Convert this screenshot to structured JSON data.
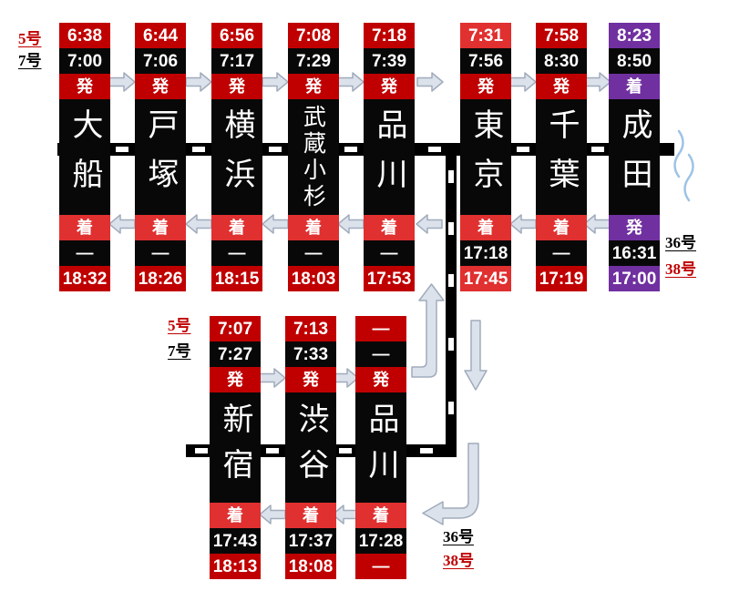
{
  "colors": {
    "cell_dark_red": "#C00000",
    "cell_bright_red": "#E03030",
    "cell_black": "#080808",
    "cell_purple": "#7030A0",
    "arrow_fill": "#DCE2EB",
    "arrow_stroke": "#A0ABBC",
    "wave_blue": "#9DC3E6",
    "tag_red": "#C00000",
    "tag_black": "#000000"
  },
  "legend": {
    "top_left_first": "5号",
    "top_left_second": "7号",
    "bottom_left_first": "5号",
    "bottom_left_second": "7号",
    "top_right_first": "36号",
    "top_right_second": "38号",
    "bottom_right_first": "36号",
    "bottom_right_second": "38号"
  },
  "stations_top": [
    {
      "name": "大船",
      "dep1": "6:38",
      "dep2": "7:00",
      "dep_label": "発",
      "arr_label": "着",
      "arr1": "—",
      "arr2": "18:32"
    },
    {
      "name": "戸塚",
      "dep1": "6:44",
      "dep2": "7:06",
      "dep_label": "発",
      "arr_label": "着",
      "arr1": "—",
      "arr2": "18:26"
    },
    {
      "name": "横浜",
      "dep1": "6:56",
      "dep2": "7:17",
      "dep_label": "発",
      "arr_label": "着",
      "arr1": "—",
      "arr2": "18:15"
    },
    {
      "name": "武蔵小杉",
      "dep1": "7:08",
      "dep2": "7:29",
      "dep_label": "発",
      "arr_label": "着",
      "arr1": "—",
      "arr2": "18:03"
    },
    {
      "name": "品川",
      "dep1": "7:18",
      "dep2": "7:39",
      "dep_label": "発",
      "arr_label": "着",
      "arr1": "—",
      "arr2": "17:53"
    },
    {
      "name": "東京",
      "dep1": "7:31",
      "dep2": "7:56",
      "dep_label": "発",
      "arr_label": "着",
      "arr1": "17:18",
      "arr2": "17:45"
    },
    {
      "name": "千葉",
      "dep1": "7:58",
      "dep2": "8:30",
      "dep_label": "発",
      "arr_label": "着",
      "arr1": "—",
      "arr2": "17:19"
    },
    {
      "name": "成田",
      "dep1": "8:23",
      "dep2": "8:50",
      "dep_label": "着",
      "arr_label": "発",
      "arr1": "16:31",
      "arr2": "17:00"
    }
  ],
  "stations_bottom": [
    {
      "name": "新宿",
      "dep1": "7:07",
      "dep2": "7:27",
      "dep_label": "発",
      "arr_label": "着",
      "arr1": "17:43",
      "arr2": "18:13"
    },
    {
      "name": "渋谷",
      "dep1": "7:13",
      "dep2": "7:33",
      "dep_label": "発",
      "arr_label": "着",
      "arr1": "17:37",
      "arr2": "18:08"
    },
    {
      "name": "品川",
      "dep1": "—",
      "dep2": "—",
      "dep_label": "発",
      "arr_label": "着",
      "arr1": "17:28",
      "arr2": "—"
    }
  ]
}
